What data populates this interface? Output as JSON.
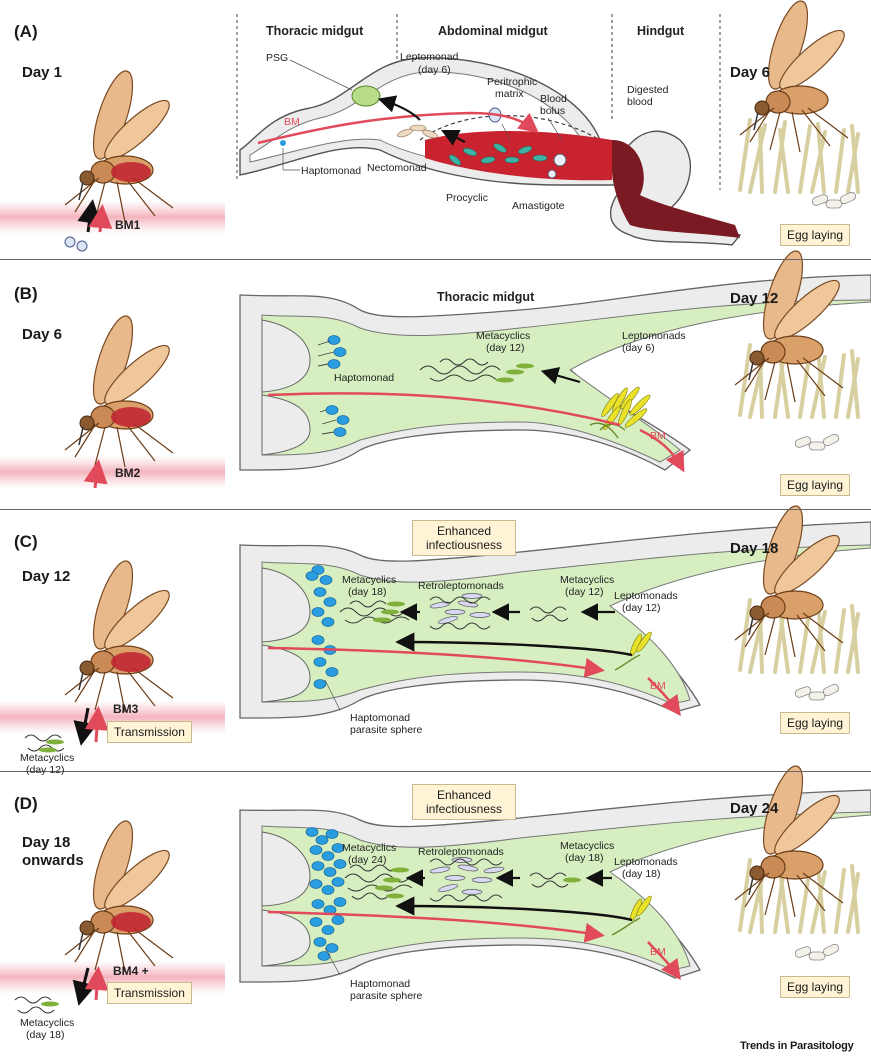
{
  "panels": [
    {
      "letter": "(A)",
      "day_left": "Day 1",
      "bm": "BM1",
      "day_right": "Day 6",
      "egg": "Egg laying",
      "sections": [
        "Thoracic midgut",
        "Abdominal midgut",
        "Hindgut"
      ],
      "labels": {
        "psg": "PSG",
        "lepto": "Leptomonad",
        "lepto_day": "(day 6)",
        "peri1": "Peritrophic",
        "peri2": "matrix",
        "blood1": "Blood",
        "blood2": "bolus",
        "dig1": "Digested",
        "dig2": "blood",
        "bm": "BM",
        "necto": "Nectomonad",
        "hapto": "Haptomonad",
        "procyclic": "Procyclic",
        "amast": "Amastigote"
      }
    },
    {
      "letter": "(B)",
      "day_left": "Day 6",
      "bm": "BM2",
      "day_right": "Day 12",
      "egg": "Egg laying",
      "title": "Thoracic midgut",
      "labels": {
        "meta1": "Metacyclics",
        "meta2": "(day 12)",
        "lepto1": "Leptomonads",
        "lepto2": "(day 6)",
        "hapto": "Haptomonad",
        "bm": "BM"
      }
    },
    {
      "letter": "(C)",
      "day_left": "Day 12",
      "bm": "BM3",
      "transmission": "Transmission",
      "day_right": "Day 18",
      "egg": "Egg laying",
      "enhanced1": "Enhanced",
      "enhanced2": "infectiousness",
      "labels": {
        "metaA1": "Metacyclics",
        "metaA2": "(day 18)",
        "retro": "Retroleptomonads",
        "metaB1": "Metacyclics",
        "metaB2": "(day 12)",
        "lepto1": "Leptomonads",
        "lepto2": "(day 12)",
        "bm": "BM",
        "sphere1": "Haptomonad",
        "sphere2": "parasite sphere",
        "out1": "Metacyclics",
        "out2": "(day 12)"
      }
    },
    {
      "letter": "(D)",
      "day_left1": "Day 18",
      "day_left2": "onwards",
      "bm": "BM4 +",
      "transmission": "Transmission",
      "day_right": "Day 24",
      "egg": "Egg laying",
      "enhanced1": "Enhanced",
      "enhanced2": "infectiousness",
      "labels": {
        "metaA1": "Metacyclics",
        "metaA2": "(day 24)",
        "retro": "Retroleptomonads",
        "metaB1": "Metacyclics",
        "metaB2": "(day 18)",
        "lepto1": "Leptomonads",
        "lepto2": "(day 18)",
        "bm": "BM",
        "sphere1": "Haptomonad",
        "sphere2": "parasite sphere",
        "out1": "Metacyclics",
        "out2": "(day 18)"
      }
    }
  ],
  "footer": "Trends in Parasitology",
  "colors": {
    "gut_green": "#d7efc0",
    "gut_wall": "#e6e6e6",
    "bm_red": "#e04a5a",
    "blood": "#c0202f",
    "dark_blood": "#7a1a22",
    "hapto_blue": "#2a9de0",
    "note_bg": "#fff5d6"
  }
}
